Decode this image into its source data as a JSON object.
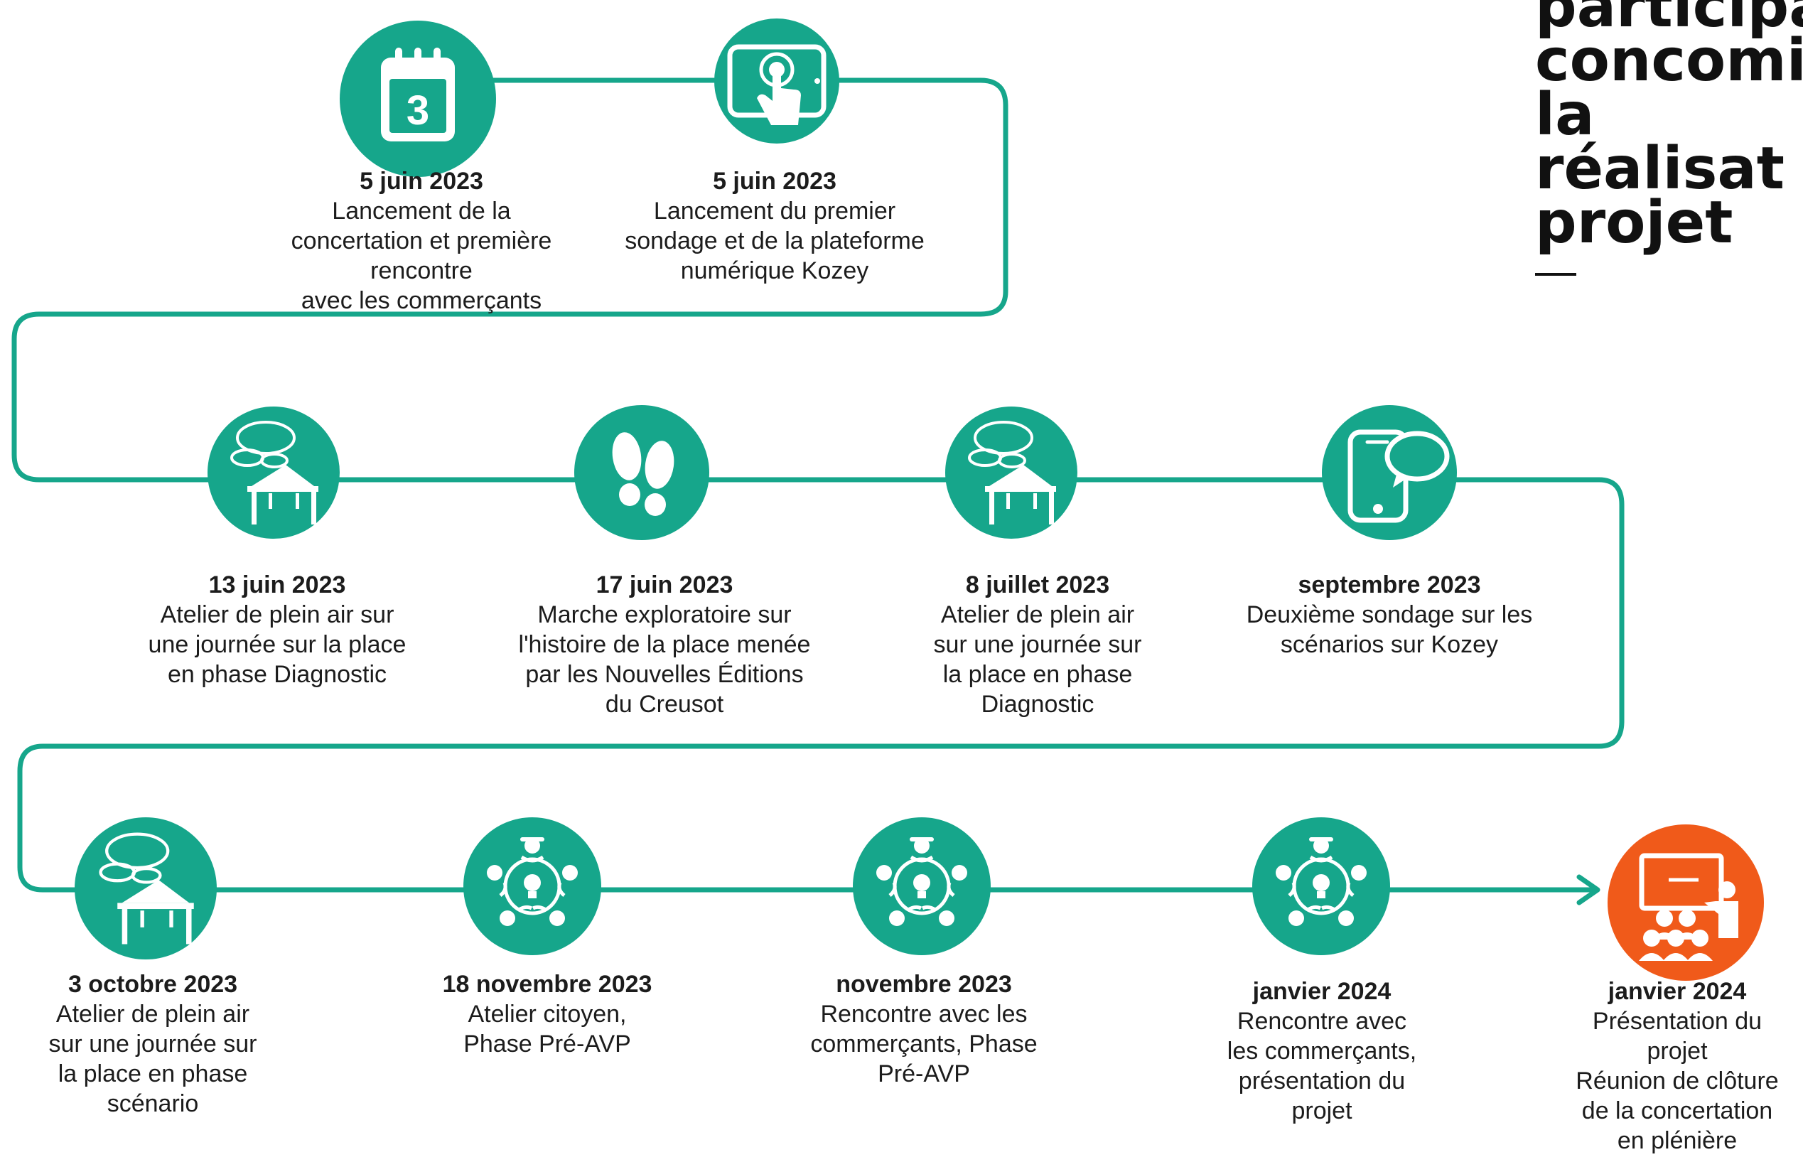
{
  "title": "participat\nconcomit\nla réalisat\nprojet",
  "colors": {
    "teal": "#16a68b",
    "orange": "#f05a1a",
    "text": "#1c1c1c"
  },
  "steps": [
    {
      "date": "5 juin 2023",
      "desc": "Lancement de la\nconcertation et première\nrencontre\navec les commerçants",
      "icon": "calendar-icon"
    },
    {
      "date": "5 juin 2023",
      "desc": "Lancement du premier\nsondage et de la plateforme\nnumérique Kozey",
      "icon": "tablet-touch-icon"
    },
    {
      "date": "13 juin 2023",
      "desc": "Atelier de plein air sur\nune journée sur la place\nen phase Diagnostic",
      "icon": "tent-speech-icon"
    },
    {
      "date": "17 juin 2023",
      "desc": "Marche exploratoire sur\nl'histoire de la place menée\npar les Nouvelles Éditions\ndu Creusot",
      "icon": "footprints-icon"
    },
    {
      "date": "8 juillet 2023",
      "desc": "Atelier de plein air\nsur une journée sur\nla place en phase\nDiagnostic",
      "icon": "tent-speech-icon"
    },
    {
      "date": "septembre 2023",
      "desc": "Deuxième sondage sur les\nscénarios sur Kozey",
      "icon": "phone-chat-icon"
    },
    {
      "date": "3 octobre  2023",
      "desc": "Atelier de plein air\nsur une journée sur\nla place en phase\nscénario",
      "icon": "tent-speech-icon"
    },
    {
      "date": "18 novembre 2023",
      "desc": "Atelier citoyen,\nPhase Pré-AVP",
      "icon": "roundtable-icon"
    },
    {
      "date": "novembre 2023",
      "desc": "Rencontre avec les\ncommerçants, Phase\nPré-AVP",
      "icon": "roundtable-icon"
    },
    {
      "date": "janvier 2024",
      "desc": "Rencontre avec\nles commerçants,\nprésentation du\nprojet",
      "icon": "roundtable-icon"
    },
    {
      "date": "janvier 2024",
      "desc": "Présentation du\nprojet\nRéunion de clôture\nde la concertation\nen plénière",
      "icon": "presentation-icon"
    }
  ],
  "calendar_number": "3"
}
